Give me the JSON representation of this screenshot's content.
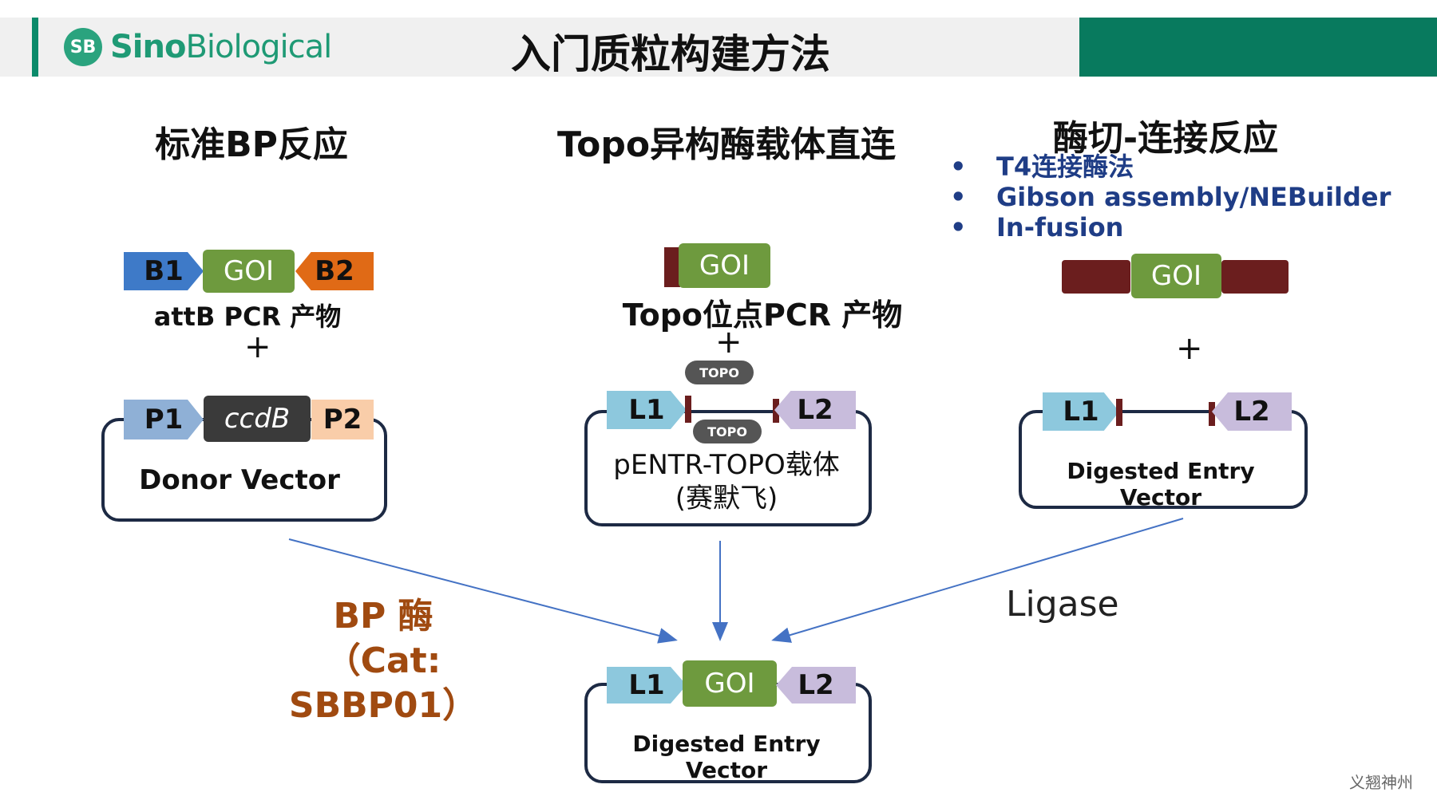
{
  "header": {
    "logo_mark": "SB",
    "logo_text_bold": "Sino",
    "logo_text": "Biological",
    "title": "入门质粒构建方法"
  },
  "sections": {
    "bp": {
      "title": "标准BP反应",
      "b1": "B1",
      "goi": "GOI",
      "b2": "B2",
      "product": "attB PCR 产物",
      "plus": "+",
      "p1": "P1",
      "ccdb": "ccdB",
      "p2": "P2",
      "vector": "Donor Vector"
    },
    "topo": {
      "title": "Topo异构酶载体直连",
      "goi": "GOI",
      "product": "Topo位点PCR 产物",
      "plus": "+",
      "topo1": "TOPO",
      "topo2": "TOPO",
      "l1": "L1",
      "l2": "L2",
      "vector_line1": "pENTR-TOPO载体",
      "vector_line2": "(赛默飞)"
    },
    "digest": {
      "title": "酶切-连接反应",
      "bullets": [
        "T4连接酶法",
        "Gibson assembly/NEBuilder",
        "In-fusion"
      ],
      "bullet_symbol": "•",
      "goi": "GOI",
      "plus": "+",
      "l1": "L1",
      "l2": "L2",
      "vector": "Digested Entry Vector"
    }
  },
  "result": {
    "l1": "L1",
    "goi": "GOI",
    "l2": "L2",
    "vector": "Digested Entry Vector"
  },
  "bp_enzyme": {
    "line1": "BP 酶",
    "line2": "（Cat: SBBP01）"
  },
  "ligase": "Ligase",
  "footer": "义翘神州",
  "colors": {
    "brand_green": "#087a5e",
    "b1_blue": "#3e7ac8",
    "b2_orange": "#e06a16",
    "goi_green": "#6e9a3e",
    "p_blue": "#8fb0d6",
    "p2_peach": "#f9cda9",
    "l1_cyan": "#8dc8dd",
    "l2_lavender": "#c8bcdc",
    "maroon": "#6b1e1e",
    "enzyme_brown": "#a04a10",
    "bullet_blue": "#1f3d86",
    "arrow_blue": "#4472c4"
  }
}
